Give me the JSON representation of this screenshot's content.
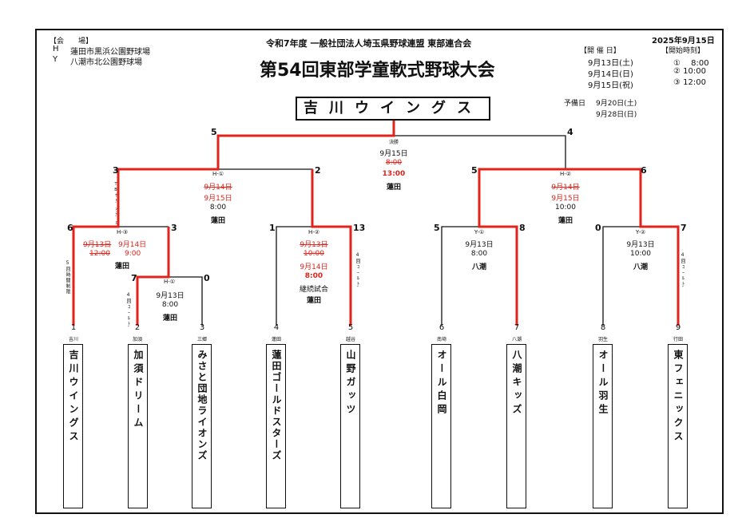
{
  "venue": {
    "heading": "【会　　場】",
    "h_key": "H",
    "h_text": "蓮田市黒浜公園野球場",
    "y_key": "Y",
    "y_text": "八潮市北公園野球場"
  },
  "header": {
    "organizer": "令和7年度 一般社団法人埼玉県野球連盟 東部連合会",
    "title": "第54回東部学童軟式野球大会",
    "date": "2025年9月15日"
  },
  "schedule": {
    "dates_heading": "【開 催 日】",
    "times_heading": "【開始時刻】",
    "dates": [
      "9月13日(土)",
      "9月14日(日)",
      "9月15日(祝)"
    ],
    "times": [
      "①　 8:00",
      "② 10:00",
      "③ 12:00"
    ],
    "reserve_label": "予備日",
    "reserve_dates": [
      "9月20日(土)",
      "9月28日(日)"
    ]
  },
  "champion": "吉川ウイングス",
  "final": {
    "label": "決勝",
    "date": "9月15日",
    "old_time": "8:00",
    "new_time": "13:00",
    "place": "蓮田",
    "score_left": "5",
    "score_right": "4"
  },
  "semis": {
    "left": {
      "label": "H-①",
      "old_date": "9月14日",
      "new_date": "9月15日",
      "time": "8:00",
      "place": "蓮田",
      "score_left": "3",
      "score_right": "2"
    },
    "right": {
      "label": "H-②",
      "old_date": "9月14日",
      "new_date": "9月15日",
      "time": "10:00",
      "place": "蓮田",
      "score_left": "5",
      "score_right": "6"
    }
  },
  "quarters": {
    "h3": {
      "label": "H-③",
      "old_date": "9月13日",
      "new_date": "9月14日",
      "old_time": "12:00",
      "new_time": "9:00",
      "place": "蓮田",
      "score_left": "6",
      "score_right": "3"
    },
    "h2": {
      "label": "H-②",
      "old_date": "9月13日",
      "old_time": "10:00",
      "new_date": "9月14日",
      "new_time": "8:00",
      "note": "継続試合",
      "place": "蓮田",
      "score_left": "1",
      "score_right": "13"
    },
    "y1": {
      "label": "Y-①",
      "date": "9月13日",
      "time": "8:00",
      "place": "八潮",
      "score_left": "5",
      "score_right": "8"
    },
    "y2": {
      "label": "Y-②",
      "date": "9月13日",
      "time": "10:00",
      "place": "八潮",
      "score_left": "0",
      "score_right": "7"
    }
  },
  "first_round": {
    "label": "H-①",
    "date": "9月13日",
    "time": "8:00",
    "place": "蓮田",
    "score_left": "7",
    "score_right": "0"
  },
  "notes": {
    "tiebreak": "TBｻﾄﾞﾝﾃﾞｽ",
    "time_limit": "5回時間制限",
    "called_4a": "4回ｺｰﾙﾄﾞ",
    "called_4b": "4回ｺｰﾙﾄﾞ",
    "called_4c": "4回ｺｰﾙﾄﾞ"
  },
  "teams": [
    {
      "seed": "1",
      "loc": "吉川",
      "name": "吉川ウイングス"
    },
    {
      "seed": "2",
      "loc": "加須",
      "name": "加須ドリーム"
    },
    {
      "seed": "3",
      "loc": "三郷",
      "name": "みさと団地ライオンズ"
    },
    {
      "seed": "4",
      "loc": "蓮田",
      "name": "蓮田ゴールドスターズ"
    },
    {
      "seed": "5",
      "loc": "越谷",
      "name": "山野ガッツ"
    },
    {
      "seed": "6",
      "loc": "南埼",
      "name": "オール白岡"
    },
    {
      "seed": "7",
      "loc": "八潮",
      "name": "八潮キッズ"
    },
    {
      "seed": "8",
      "loc": "羽生",
      "name": "オール羽生"
    },
    {
      "seed": "9",
      "loc": "行田",
      "name": "東フェニックス"
    }
  ],
  "colors": {
    "winner_line": "#e0231b",
    "line": "#111111"
  }
}
